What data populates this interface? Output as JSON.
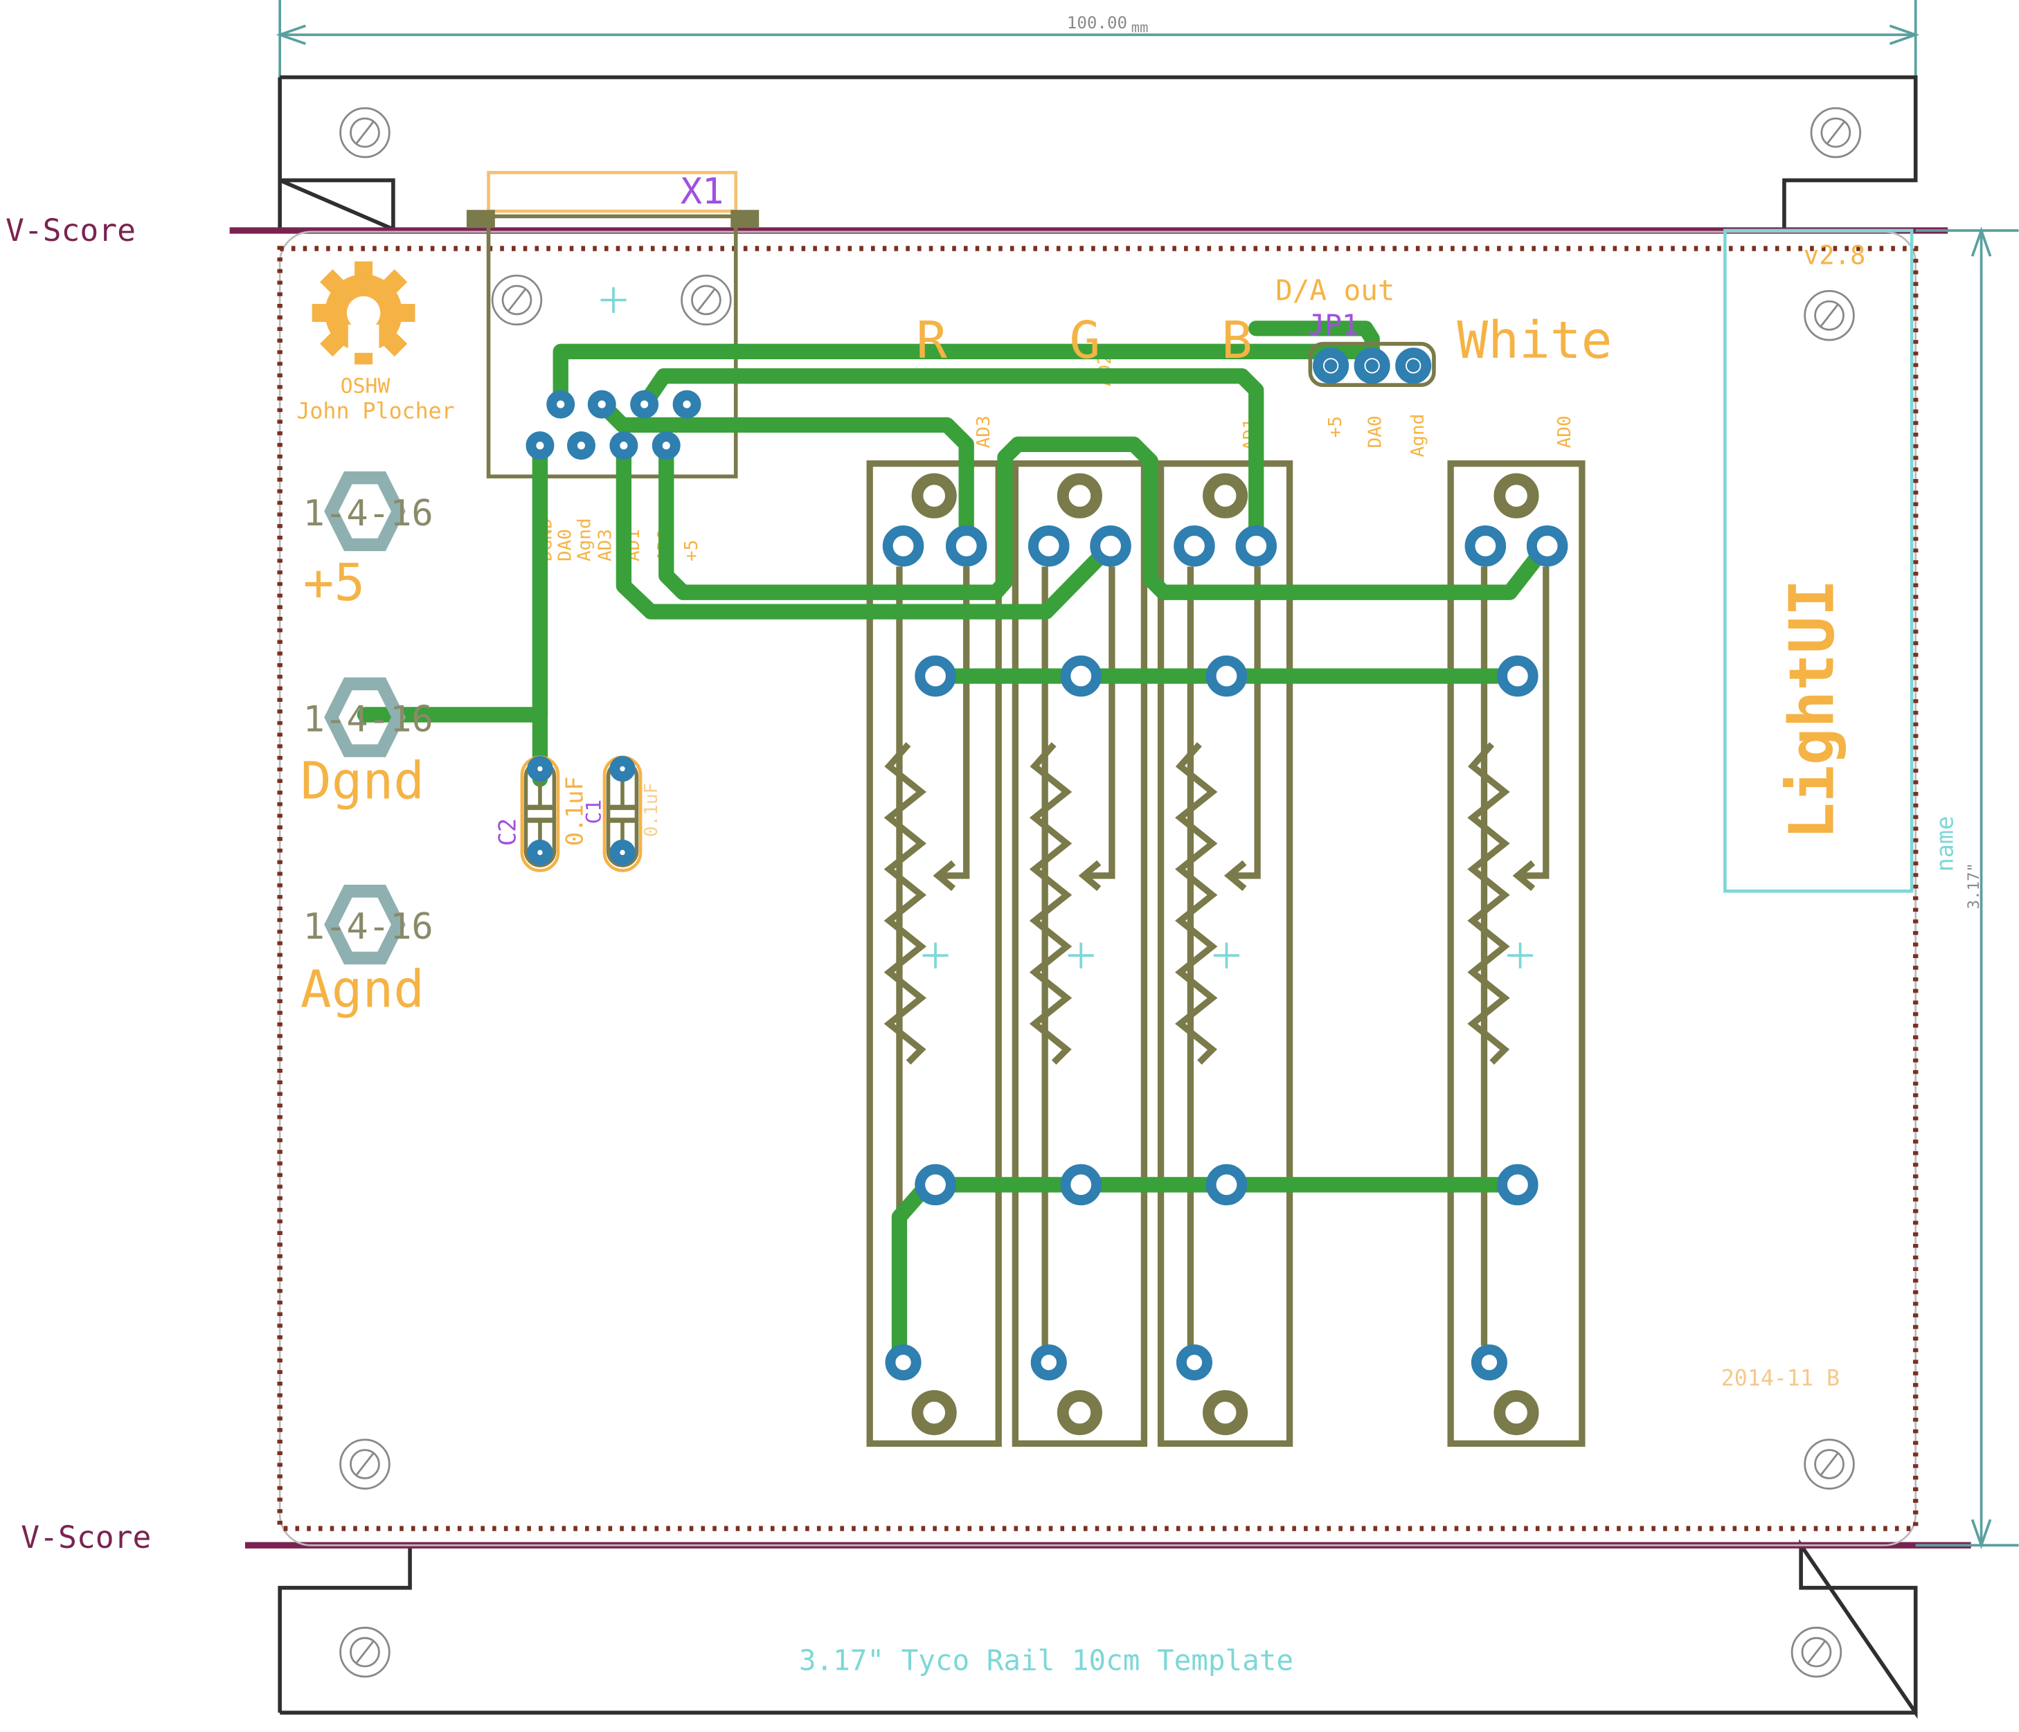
{
  "dimensions": {
    "width_label": "100.00",
    "width_unit": "mm",
    "height_label": "3.17\""
  },
  "vscore": {
    "top_label": "V-Score",
    "bottom_label": "V-Score"
  },
  "logo": {
    "line1": "OSHW",
    "line2": "John Plocher"
  },
  "connector": {
    "name": "X1",
    "pin_labels": [
      "DGND",
      "DA0",
      "Agnd",
      "AD3",
      "AD1",
      "AD0",
      "+5"
    ]
  },
  "mounting_holes": [
    {
      "label": "1-4-16",
      "net_label": "+5"
    },
    {
      "label": "1-4-16",
      "net_label": "Dgnd"
    },
    {
      "label": "1-4-16",
      "net_label": "Agnd"
    }
  ],
  "capacitors": [
    {
      "name": "C2",
      "value": "0.1uF"
    },
    {
      "name": "C1",
      "value": "0.1uF"
    }
  ],
  "channels": [
    {
      "label": "R",
      "pin": "AD3"
    },
    {
      "label": "G",
      "pin": "AD2"
    },
    {
      "label": "B",
      "pin": "AD1"
    },
    {
      "label": "White",
      "pin": "AD0"
    }
  ],
  "jumper": {
    "name": "JP1",
    "title": "D/A out",
    "pin_labels": [
      "+5",
      "DA0",
      "Agnd"
    ]
  },
  "name_block": {
    "title": "LightUI",
    "version": "v2.8",
    "name_label": "name"
  },
  "revision": "2014-11 B",
  "footer": "3.17\" Tyco Rail 10cm Template",
  "colors": {
    "trace": "#3aa03a",
    "pad": "#2f7fb0",
    "silkscreen": "#7a7a4a",
    "document": "#f5b345",
    "names": "#a050e0",
    "vscore": "#7a2350",
    "dimension": "#5aa0a0",
    "cyan": "#7dd7d7"
  }
}
